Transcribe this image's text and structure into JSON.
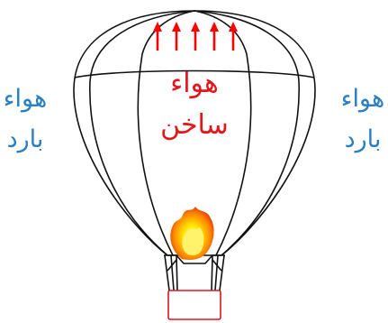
{
  "labels": {
    "cold_air_left": {
      "line1": "هواء",
      "line2": "بارد"
    },
    "cold_air_right": {
      "line1": "هواء",
      "line2": "بارد"
    },
    "hot_air": {
      "line1": "هواء",
      "line2": "ساخن"
    }
  },
  "arrows": {
    "count": 5,
    "direction": "up",
    "color": "#ff0000"
  },
  "colors": {
    "cold_air_text": "#2a7fc1",
    "hot_air_text": "#e3161c",
    "outline": "#111111",
    "basket": "#e3161c",
    "flame_outer": "#ff7a00",
    "flame_inner": "#ffe800"
  }
}
